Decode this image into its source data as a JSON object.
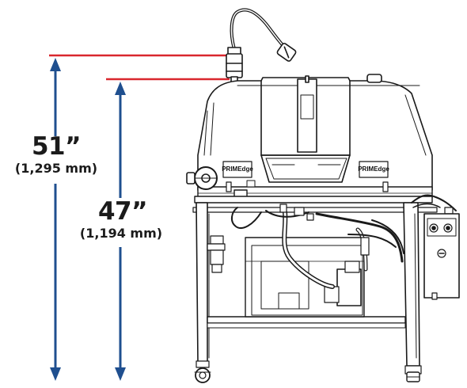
{
  "dimensions": [
    {
      "imperial": "51”",
      "metric": "(1,295 mm)"
    },
    {
      "imperial": "47”",
      "metric": "(1,194 mm)"
    }
  ],
  "machine": {
    "brand_left": "PRIMEdge",
    "brand_right": "PRIMEdge"
  },
  "colors": {
    "reference_line": "#d9272e",
    "dimension_arrow": "#1f4f8f",
    "outline": "#1a1a1a",
    "body_fill": "#ffffff"
  }
}
